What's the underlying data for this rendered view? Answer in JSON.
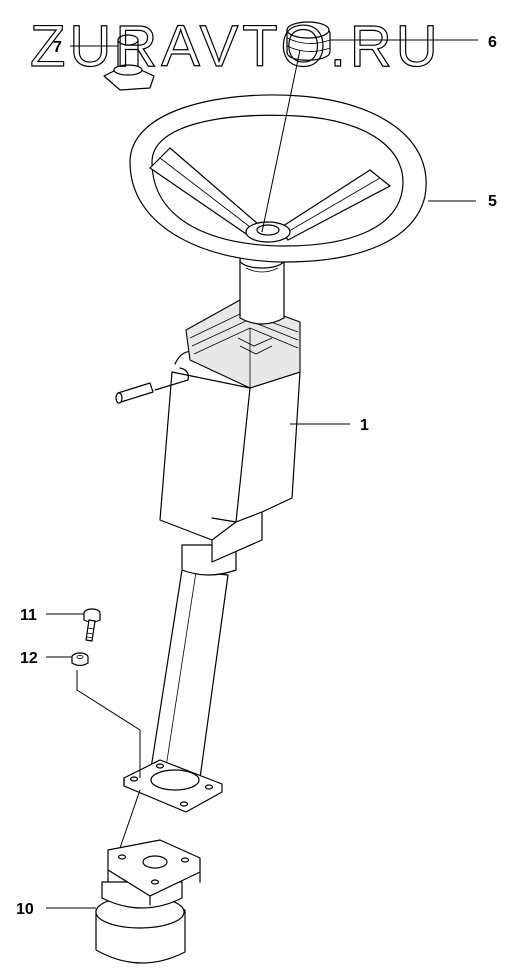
{
  "watermark": "ZURAVTO.RU",
  "labels": {
    "p1": "1",
    "p5": "5",
    "p6": "6",
    "p7": "7",
    "p10": "10",
    "p11": "11",
    "p12": "12"
  }
}
